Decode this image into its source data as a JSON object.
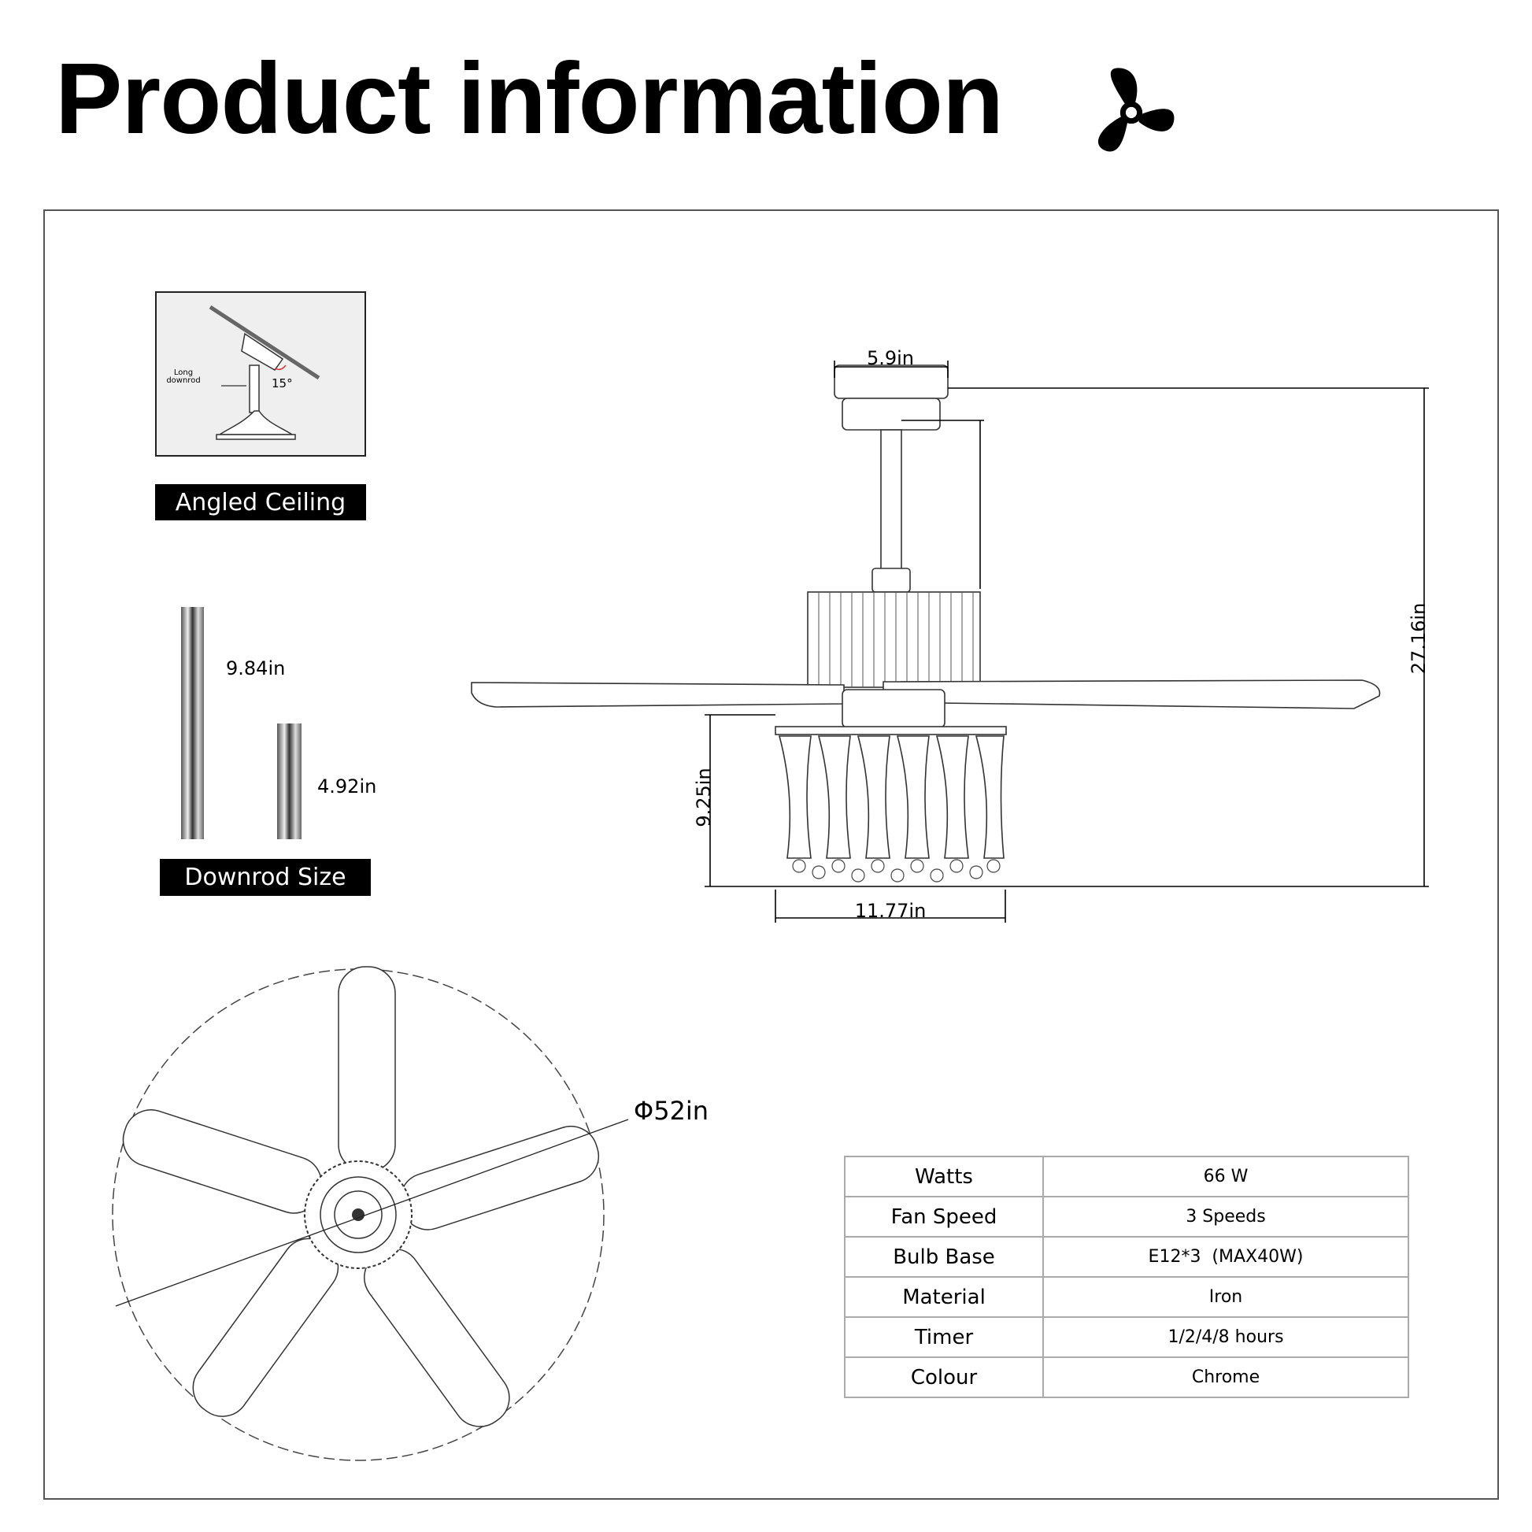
{
  "header": {
    "title": "Product information",
    "icon": "fan-icon"
  },
  "angled_ceiling": {
    "label": "Angled Ceiling",
    "diagram_text": {
      "rod_label_1": "Long",
      "rod_label_2": "downrod",
      "angle": "15°"
    }
  },
  "downrods": {
    "label": "Downrod Size",
    "items": [
      {
        "length": "9.84in"
      },
      {
        "length": "4.92in"
      }
    ]
  },
  "side_view": {
    "canopy_width": "5.9in",
    "total_height": "27.16in",
    "light_height": "9.25in",
    "light_width": "11.77in"
  },
  "top_view": {
    "diameter": "Φ52in"
  },
  "specs": [
    {
      "key": "Watts",
      "value": "66 W"
    },
    {
      "key": "Fan Speed",
      "value": "3 Speeds"
    },
    {
      "key": "Bulb Base",
      "value": "E12*3  (MAX40W)"
    },
    {
      "key": "Material",
      "value": "Iron"
    },
    {
      "key": "Timer",
      "value": "1/2/4/8 hours"
    },
    {
      "key": "Colour",
      "value": "Chrome"
    }
  ]
}
